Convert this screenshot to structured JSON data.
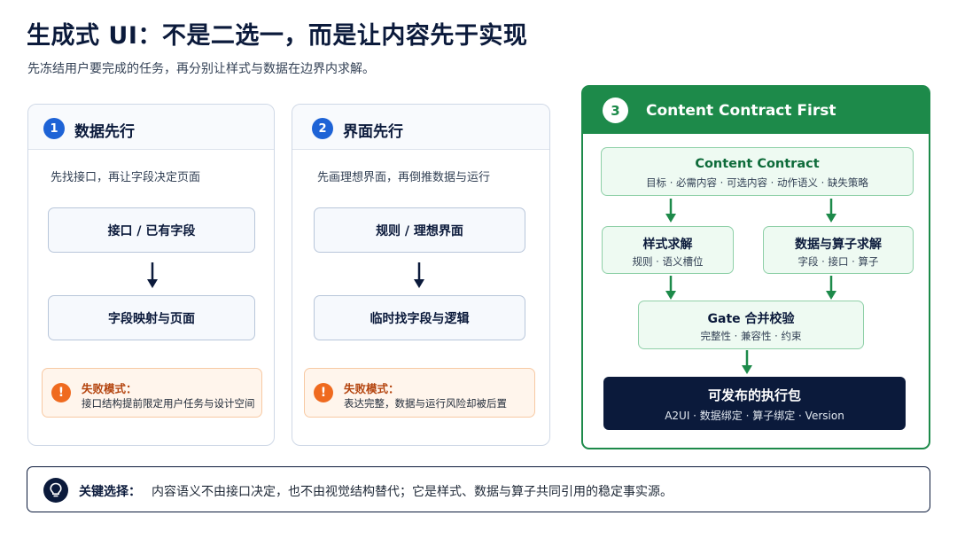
{
  "title": "生成式 UI：不是二选一，而是让内容先于实现",
  "subtitle": "先冻结用户要完成的任务，再分别让样式与数据在边界内求解。",
  "cards": [
    {
      "number": "1",
      "title": "数据先行",
      "description": "先找接口，再让字段决定页面",
      "steps": [
        "接口 / 已有字段",
        "字段映射与页面"
      ],
      "failure": {
        "icon": "!",
        "title": "失败模式：",
        "text": "接口结构提前限定用户任务与设计空间"
      }
    },
    {
      "number": "2",
      "title": "界面先行",
      "description": "先画理想界面，再倒推数据与运行",
      "steps": [
        "规则 / 理想界面",
        "临时找字段与逻辑"
      ],
      "failure": {
        "icon": "!",
        "title": "失败模式：",
        "text": "表达完整，数据与运行风险却被后置"
      }
    }
  ],
  "card3": {
    "number": "3",
    "title": "Content Contract First",
    "contract": {
      "title": "Content Contract",
      "sub": "目标 · 必需内容 · 可选内容 · 动作语义 · 缺失策略"
    },
    "style": {
      "title": "样式求解",
      "sub": "规则 · 语义槽位"
    },
    "data": {
      "title": "数据与算子求解",
      "sub": "字段 · 接口 · 算子"
    },
    "gate": {
      "title": "Gate 合并校验",
      "sub": "完整性 · 兼容性 · 约束"
    },
    "publish": {
      "title": "可发布的执行包",
      "sub": "A2UI · 数据绑定 · 算子绑定 · Version"
    }
  },
  "bottom": {
    "label": "关键选择：",
    "text": "内容语义不由接口决定，也不由视觉结构替代；它是样式、数据与算子共同引用的稳定事实源。"
  },
  "colors": {
    "blue": "#1e63d6",
    "green": "#1d8a4a",
    "navy": "#0b1a3b",
    "orange": "#ef6a1f"
  },
  "icons": {
    "warning": "exclamation-icon",
    "key": "lightbulb-icon",
    "flow": "arrow-down-icon"
  }
}
